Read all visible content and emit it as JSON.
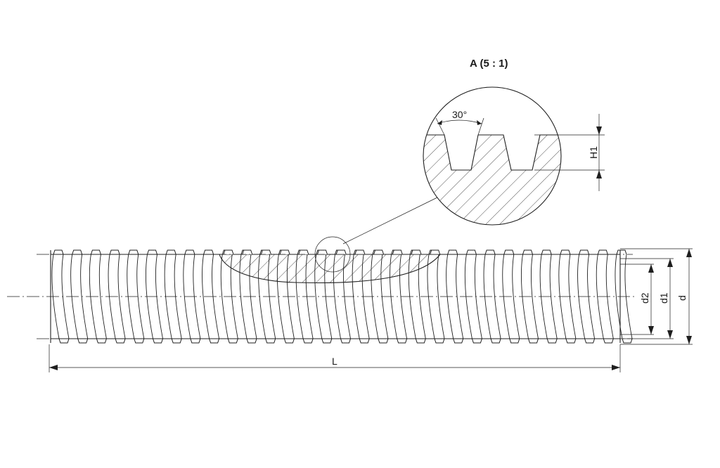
{
  "detail": {
    "title": "A (5 : 1)",
    "angle_label": "30°",
    "height_label": "H1"
  },
  "dimensions": {
    "length_label": "L",
    "pitch_diameter_label": "d2",
    "minor_diameter_label": "d1",
    "major_diameter_label": "d"
  },
  "colors": {
    "line": "#1f1f1f",
    "background": "#ffffff"
  }
}
